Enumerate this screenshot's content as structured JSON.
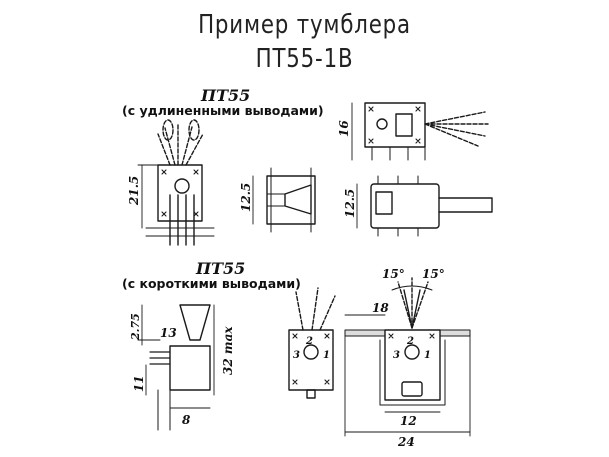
{
  "title": {
    "line1": "Пример тумблера",
    "line2": "ПТ55-1В"
  },
  "variant_long": {
    "name": "ПТ55",
    "note": "(с удлиненными выводами)",
    "dims": {
      "height_side": "16",
      "height_front": "21.5",
      "h_side_a": "12.5",
      "h_side_b": "12.5"
    }
  },
  "variant_short": {
    "name": "ПТ55",
    "note": "(с короткими выводами)",
    "dims": {
      "d275": "2.75",
      "d13": "13",
      "d32": "32 max",
      "d11": "11",
      "d8": "8",
      "d18": "18",
      "d12": "12",
      "d24": "24",
      "angle_left": "15°",
      "angle_right": "15°"
    },
    "pins": [
      "2",
      "3",
      "1"
    ]
  }
}
